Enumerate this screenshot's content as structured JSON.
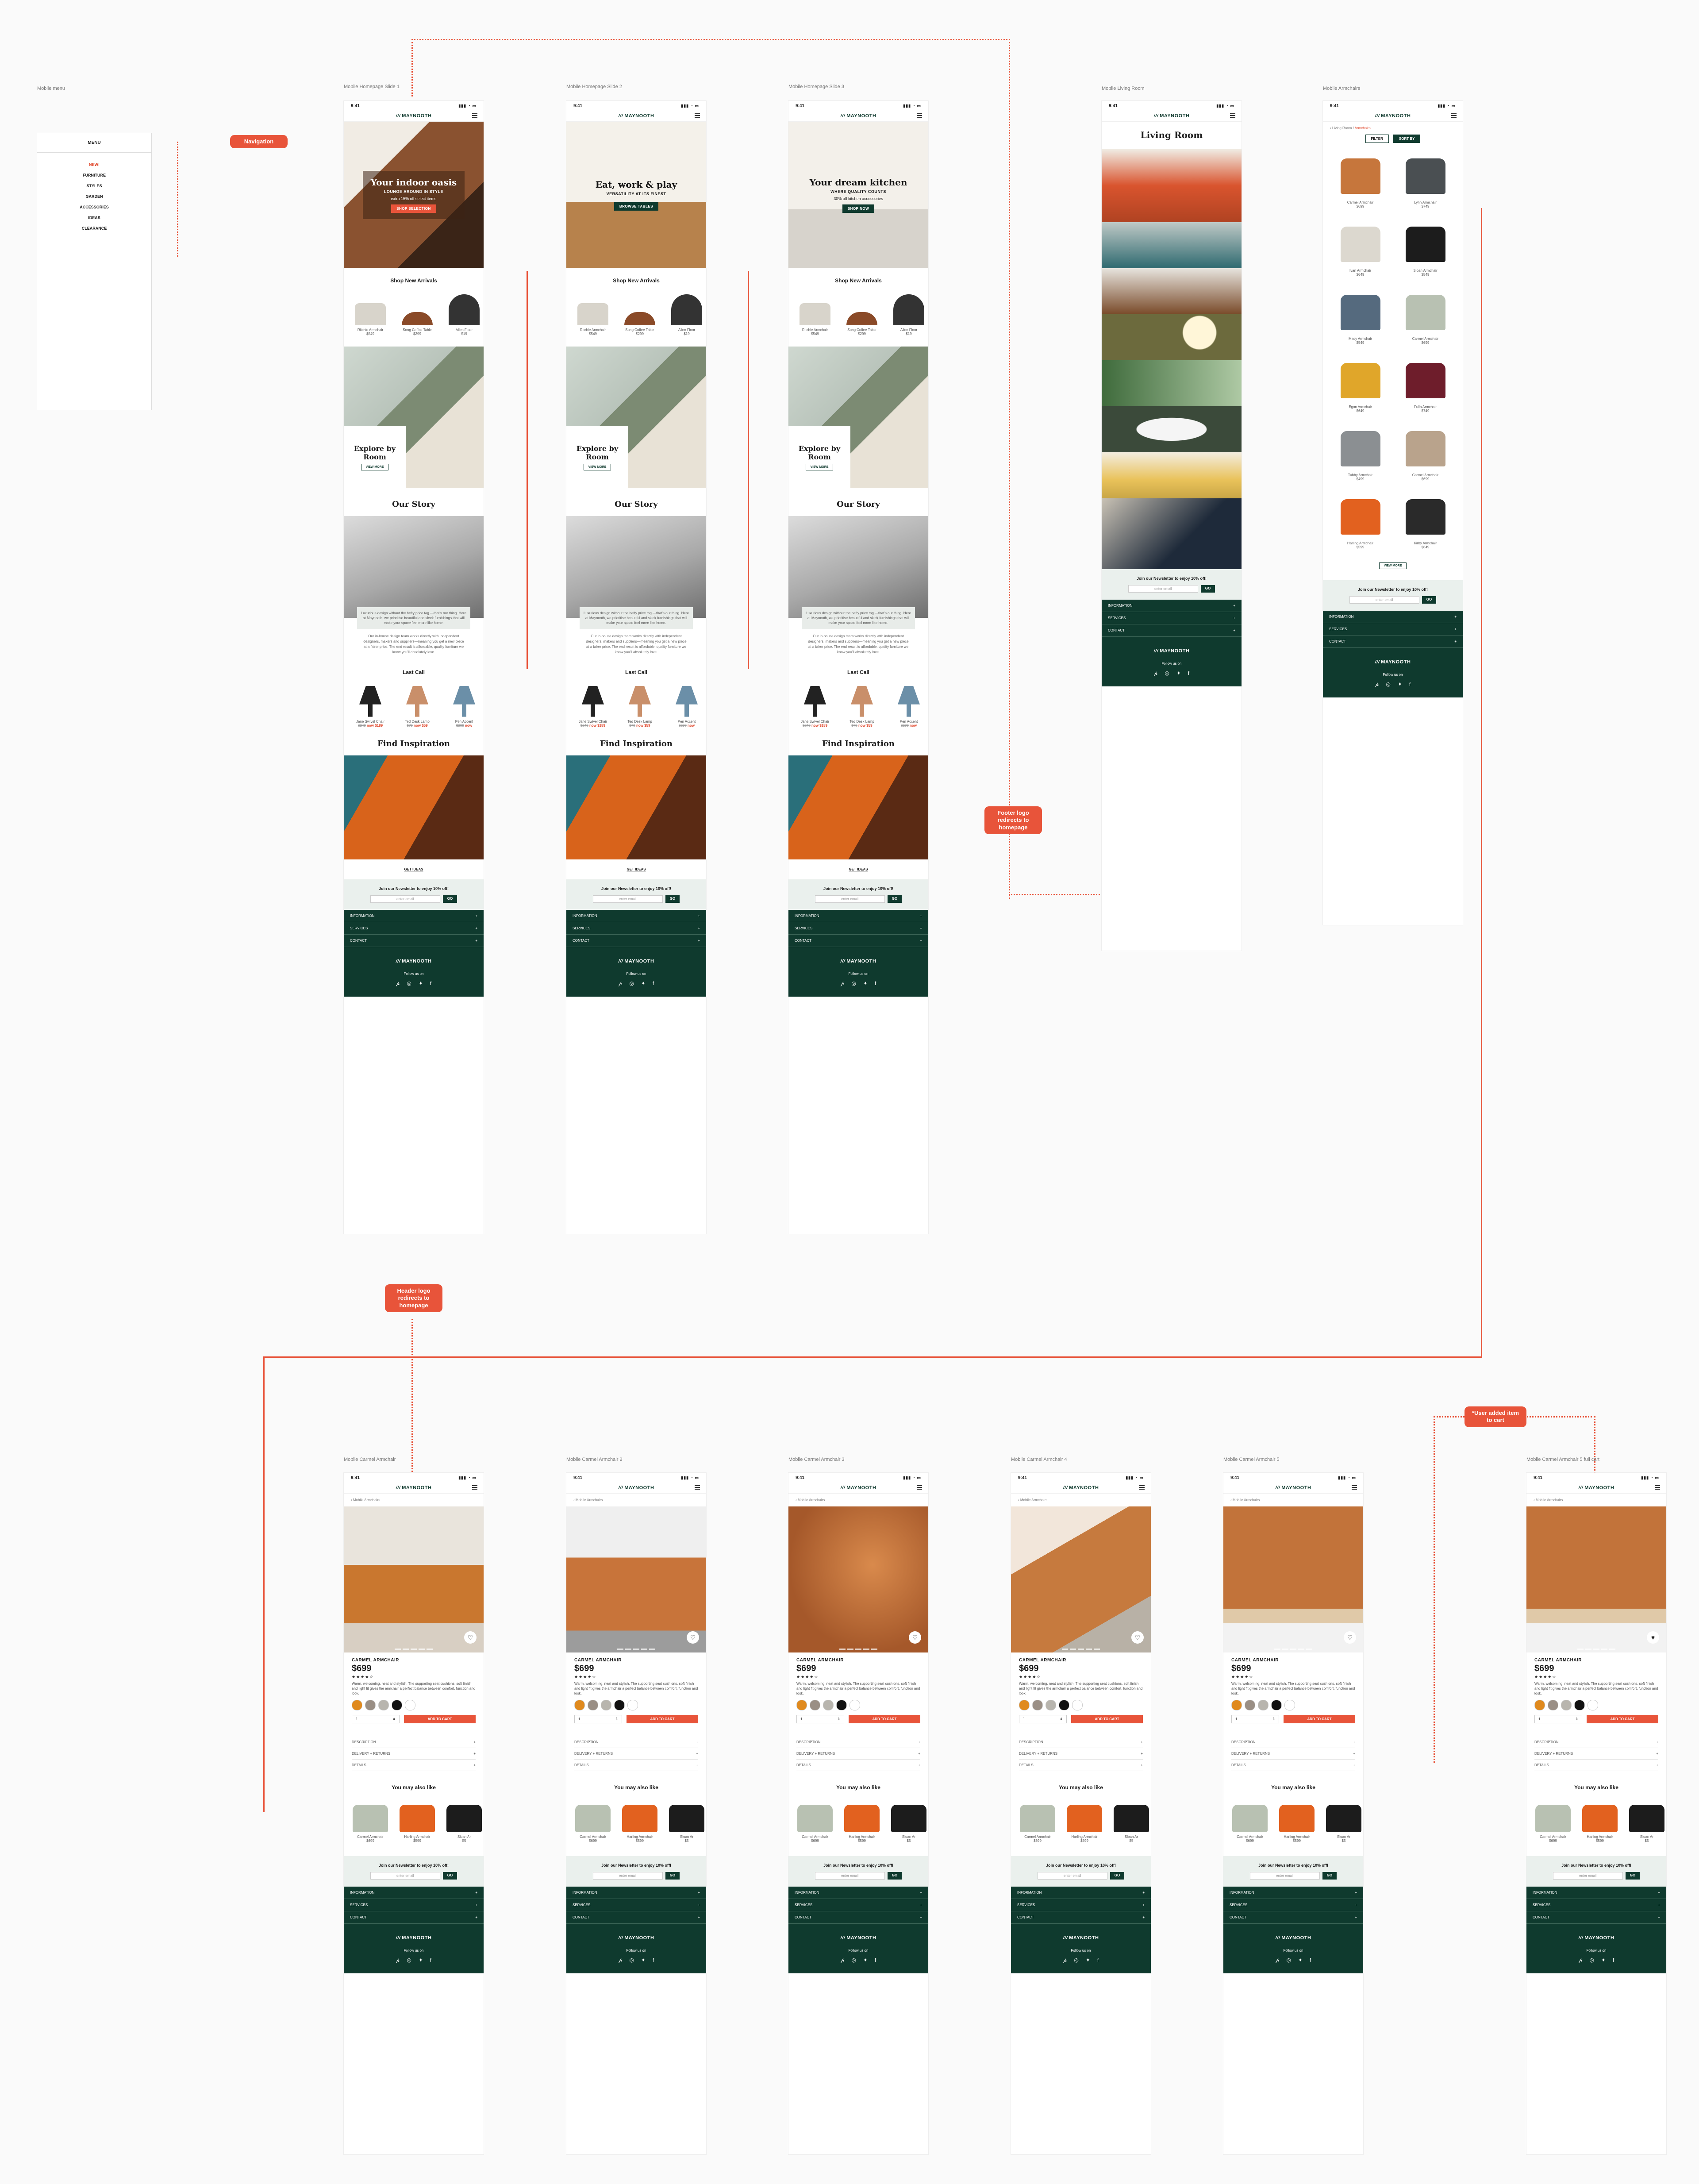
{
  "labels": {
    "mobile_menu": "Mobile menu",
    "home1": "Mobile Homepage Slide 1",
    "home2": "Mobile Homepage Slide 2",
    "home3": "Mobile Homepage Slide 3",
    "living": "Mobile Living Room",
    "armchairs": "Mobile Armchairs",
    "pdp1": "Mobile Carmel Armchair",
    "pdp2": "Mobile Carmel Armchair 2",
    "pdp3": "Mobile Carmel Armchair 3",
    "pdp4": "Mobile Carmel Armchair 4",
    "pdp5": "Mobile Carmel Armchair 5",
    "pdp6": "Mobile Carmel Armchair 5 full cart"
  },
  "annotations": {
    "navigation": "Navigation",
    "footer_logo": "Footer logo redirects to homepage",
    "header_logo": "Header logo redirects to homepage",
    "user_added": "*User added item to cart"
  },
  "common": {
    "time": "9:41",
    "logo": "MAYNOOTH",
    "logo_mark": "///",
    "shop_new_arrivals": "Shop New Arrivals",
    "explore_by_room": "Explore by Room",
    "view_more": "VIEW MORE",
    "our_story": "Our Story",
    "story_quote": "Luxurious design without the hefty price tag —that's our thing. Here at Maynooth, we prioritise beautiful and sleek furnishings that will make your space feel more like home.",
    "story_body": "Our in-house design team works directly with independent designers, makers and suppliers—meaning you get a new piece at a fairer price. The end result is affordable, quality furniture we know you'll absolutely love.",
    "last_call": "Last Call",
    "find_inspiration": "Find Inspiration",
    "get_ideas": "GET IDEAS",
    "newsletter": "Join our Newsletter to enjoy 10% off!",
    "email_placeholder": "enter email",
    "go": "GO",
    "information": "INFORMATION",
    "services": "SERVICES",
    "contact": "CONTACT",
    "follow": "Follow us on",
    "plus": "+"
  },
  "menu": {
    "title": "MENU",
    "items": [
      "NEW!",
      "FURNITURE",
      "STYLES",
      "GARDEN",
      "ACCESSORIES",
      "IDEAS",
      "CLEARANCE"
    ]
  },
  "slides": [
    {
      "title": "Your indoor oasis",
      "sub": "LOUNGE AROUND IN STYLE",
      "offer": "extra 15% off select items",
      "cta": "SHOP SELECTION"
    },
    {
      "title": "Eat, work & play",
      "sub": "VERSATILITY AT ITS FINEST",
      "offer": "",
      "cta": "BROWSE TABLES"
    },
    {
      "title": "Your dream kitchen",
      "sub": "WHERE QUALITY COUNTS",
      "offer": "30% off kitchen accessories",
      "cta": "SHOP NOW"
    }
  ],
  "arrivals": [
    {
      "name": "Ritchie Armchair",
      "price": "$549"
    },
    {
      "name": "Song Coffee Table",
      "price": "$299"
    },
    {
      "name": "Allen Floor",
      "price": "$19"
    }
  ],
  "lastcall": [
    {
      "name": "Jane Swivel Chair",
      "old": "$249",
      "now": "now $189"
    },
    {
      "name": "Ted Desk Lamp",
      "old": "$79",
      "now": "now $59"
    },
    {
      "name": "Pen Accent",
      "old": "$299",
      "now": "now"
    }
  ],
  "living": {
    "title": "Living Room"
  },
  "armchairs": {
    "crumb_parent": "Living Room",
    "crumb_current": "Armchairs",
    "filter": "FILTER",
    "sort": "SORT BY",
    "items": [
      {
        "name": "Carmel Armchair",
        "price": "$699"
      },
      {
        "name": "Lynn Armchair",
        "price": "$749"
      },
      {
        "name": "Ivan Armchair",
        "price": "$649"
      },
      {
        "name": "Sloan Armchair",
        "price": "$549"
      },
      {
        "name": "Macy Armchair",
        "price": "$549"
      },
      {
        "name": "Carmel Armchair",
        "price": "$699"
      },
      {
        "name": "Egon Armchair",
        "price": "$649"
      },
      {
        "name": "Fulla Armchair",
        "price": "$749"
      },
      {
        "name": "Tubby Armchair",
        "price": "$499"
      },
      {
        "name": "Carmel Armchair",
        "price": "$699"
      },
      {
        "name": "Harling Armchair",
        "price": "$599"
      },
      {
        "name": "Kirby Armchair",
        "price": "$649"
      }
    ],
    "view_more": "VIEW MORE"
  },
  "pdp": {
    "back": "Mobile Armchairs",
    "name": "CARMEL ARMCHAIR",
    "price": "$699",
    "stars": "★★★★☆",
    "desc": "Warm, welcoming, neat and stylish. The supporting seat cushions, soft finish and light fit gives the armchair a perfect balance between comfort, function and look.",
    "qty": "1",
    "add_to_cart": "ADD TO CART",
    "description": "DESCRIPTION",
    "delivery": "DELIVERY + RETURNS",
    "details": "DETAILS",
    "also_like": "You may also like",
    "recs": [
      {
        "name": "Carmel Armchair",
        "price": "$699"
      },
      {
        "name": "Harling Armchair",
        "price": "$599"
      },
      {
        "name": "Sloan Ar",
        "price": "$5"
      }
    ]
  },
  "colors": {
    "accent": "#e8543a",
    "brand": "#0f3a2e",
    "swatches": [
      "#e08a1e",
      "#9a8f85",
      "#b8b5ae",
      "#111111",
      "#ffffff"
    ]
  }
}
